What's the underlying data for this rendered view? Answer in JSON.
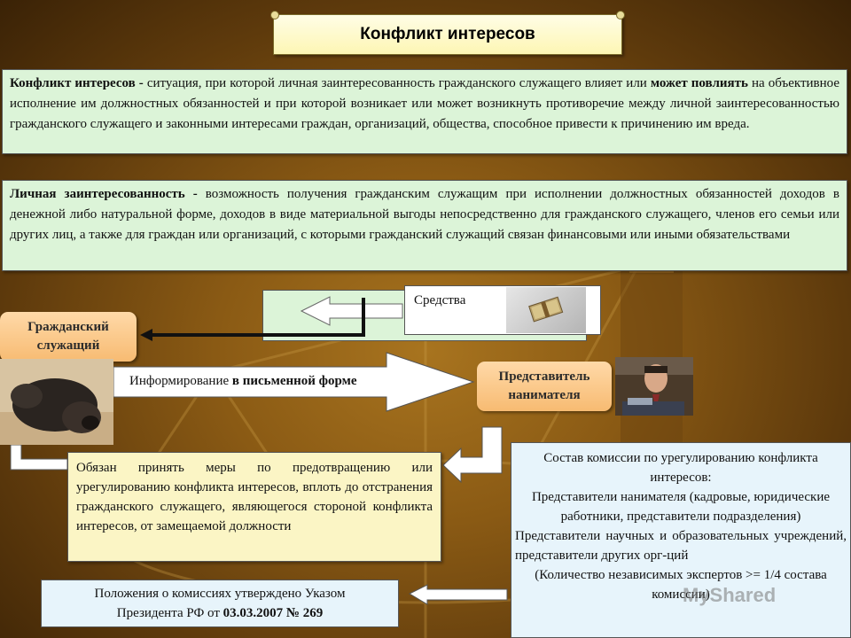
{
  "title": "Конфликт интересов",
  "definition1": {
    "term": "Конфликт интересов -",
    "text_a": " ситуация, при которой личная заинтересованность гражданского служащего влияет или ",
    "emph": "может повлиять",
    "text_b": " на объективное исполнение им должностных обязанностей и при которой возникает или может возникнуть противоречие между личной заинтересованностью гражданского служащего и законными интересами граждан, организаций, общества, способное привести к причинению им вреда."
  },
  "definition2": {
    "term": "Личная заинтересованность -",
    "text": " возможность получения гражданским служащим при исполнении должностных обязанностей доходов  в денежной либо натуральной форме, доходов в виде материальной выгоды непосредственно для гражданского служащего, членов его семьи или других лиц, а также для граждан или организаций, с которыми гражданский служащий связан финансовыми или иными обязательствами"
  },
  "means_label": "Средства",
  "civil_servant": "Гражданский служащий",
  "employer_rep": "Представитель нанимателя",
  "inform": {
    "text": "Информирование ",
    "emph": "в письменной форме"
  },
  "obligation": "Обязан принять меры по предотвращению или урегулированию конфликта интересов, вплоть до отстранения гражданского служащего, являющегося стороной конфликта интересов, от замещаемой должности",
  "commission": {
    "heading": "Состав комиссии по урегулированию конфликта интересов:",
    "employer_reps": "Представители нанимателя (кадровые, юридические работники, представители подразделения)",
    "scientific": "Представители научных и образовательных учреждений, представители других орг-ций",
    "count": "(Количество независимых экспертов >= 1/4 состава комиссии)"
  },
  "decree": {
    "line1": "Положения о комиссиях утверждено Указом",
    "line2_text": "Президента РФ от ",
    "line2_emph": "03.03.2007 № 269"
  },
  "watermark": "MyShared",
  "colors": {
    "background": "#8a5a14",
    "green_box": "#dcf4d8",
    "orange_box": "#f7bb72",
    "yellow_box": "#fbf5c5",
    "blue_box": "#e7f4fb"
  }
}
